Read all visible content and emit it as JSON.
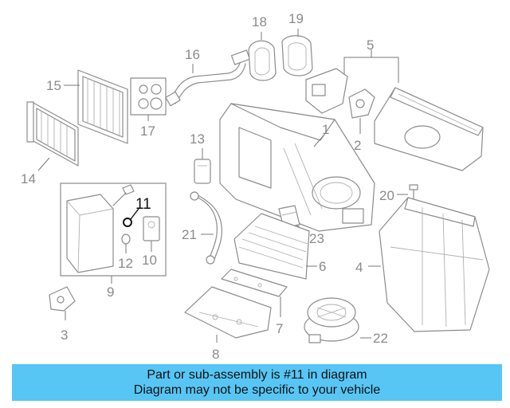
{
  "callouts": {
    "c1": "1",
    "c2": "2",
    "c3": "3",
    "c4": "4",
    "c5": "5",
    "c6": "6",
    "c7": "7",
    "c8": "8",
    "c9": "9",
    "c10": "10",
    "c11": "11",
    "c12": "12",
    "c13": "13",
    "c14": "14",
    "c15": "15",
    "c16": "16",
    "c17": "17",
    "c18": "18",
    "c19": "19",
    "c20": "20",
    "c21": "21",
    "c22": "22",
    "c23": "23"
  },
  "highlighted_part": "11",
  "banner": {
    "line1": "Part or sub-assembly is #11 in diagram",
    "line2": "Diagram may not be specific to your vehicle",
    "color": "#57c6f5"
  }
}
